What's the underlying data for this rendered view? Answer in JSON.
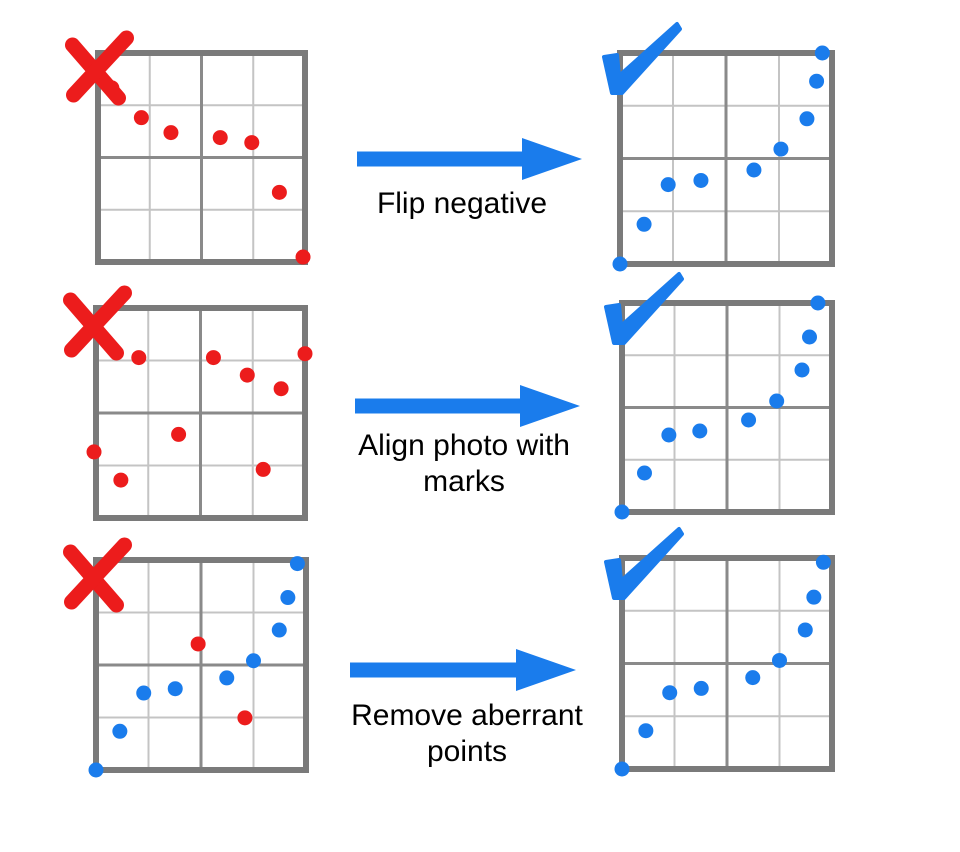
{
  "colors": {
    "bad": "#ec1c1c",
    "good": "#1a7cec",
    "arrow": "#1a7cec",
    "frame": "#7a7a7a",
    "grid": "#c4c4c4",
    "mid_grid": "#8a8a8a"
  },
  "steps": [
    {
      "label_lines": [
        "Flip negative"
      ],
      "before": {
        "mark": "cross-icon",
        "points": [
          {
            "x": 0.0667,
            "y": 0.8333,
            "c": "bad"
          },
          {
            "x": 0.2095,
            "y": 0.6905,
            "c": "bad"
          },
          {
            "x": 0.3524,
            "y": 0.619,
            "c": "bad"
          },
          {
            "x": 0.5905,
            "y": 0.5952,
            "c": "bad"
          },
          {
            "x": 0.7429,
            "y": 0.5714,
            "c": "bad"
          },
          {
            "x": 0.8762,
            "y": 0.3333,
            "c": "bad"
          },
          {
            "x": 0.9905,
            "y": 0.0238,
            "c": "bad"
          }
        ]
      },
      "after": {
        "mark": "check-icon",
        "points": [
          {
            "x": 0.0,
            "y": 0.0,
            "c": "good"
          },
          {
            "x": 0.1136,
            "y": 0.1881,
            "c": "good"
          },
          {
            "x": 0.2273,
            "y": 0.3762,
            "c": "good"
          },
          {
            "x": 0.3818,
            "y": 0.396,
            "c": "good"
          },
          {
            "x": 0.6318,
            "y": 0.4455,
            "c": "good"
          },
          {
            "x": 0.7591,
            "y": 0.5446,
            "c": "good"
          },
          {
            "x": 0.8818,
            "y": 0.6881,
            "c": "good"
          },
          {
            "x": 0.9273,
            "y": 0.8663,
            "c": "good"
          },
          {
            "x": 0.9545,
            "y": 1.0,
            "c": "good"
          }
        ]
      }
    },
    {
      "label_lines": [
        "Align photo with",
        "marks"
      ],
      "before": {
        "mark": "cross-icon",
        "points": [
          {
            "x": 0.2048,
            "y": 0.7639,
            "c": "bad"
          },
          {
            "x": 0.5619,
            "y": 0.7639,
            "c": "bad"
          },
          {
            "x": 0.7238,
            "y": 0.6806,
            "c": "bad"
          },
          {
            "x": 0.8857,
            "y": 0.6157,
            "c": "bad"
          },
          {
            "x": 1.0,
            "y": 0.7824,
            "c": "bad"
          },
          {
            "x": 0.3952,
            "y": 0.3981,
            "c": "bad"
          },
          {
            "x": -0.0095,
            "y": 0.3148,
            "c": "bad"
          },
          {
            "x": 0.119,
            "y": 0.1806,
            "c": "bad"
          },
          {
            "x": 0.8,
            "y": 0.2315,
            "c": "bad"
          }
        ]
      },
      "after": {
        "mark": "check-icon",
        "points": [
          {
            "x": 0.0,
            "y": 0.0,
            "c": "good"
          },
          {
            "x": 0.1071,
            "y": 0.1866,
            "c": "good"
          },
          {
            "x": 0.2232,
            "y": 0.3684,
            "c": "good"
          },
          {
            "x": 0.3705,
            "y": 0.3876,
            "c": "good"
          },
          {
            "x": 0.6027,
            "y": 0.4402,
            "c": "good"
          },
          {
            "x": 0.7366,
            "y": 0.5311,
            "c": "good"
          },
          {
            "x": 0.8571,
            "y": 0.6794,
            "c": "good"
          },
          {
            "x": 0.8929,
            "y": 0.8373,
            "c": "good"
          },
          {
            "x": 0.933,
            "y": 1.0,
            "c": "good"
          }
        ]
      }
    },
    {
      "label_lines": [
        "Remove aberrant",
        "points"
      ],
      "before": {
        "mark": "cross-icon",
        "points": [
          {
            "x": 0.0,
            "y": 0.0,
            "c": "good"
          },
          {
            "x": 0.1136,
            "y": 0.1844,
            "c": "good"
          },
          {
            "x": 0.2273,
            "y": 0.3664,
            "c": "good"
          },
          {
            "x": 0.3773,
            "y": 0.387,
            "c": "good"
          },
          {
            "x": 0.6227,
            "y": 0.4385,
            "c": "good"
          },
          {
            "x": 0.75,
            "y": 0.5202,
            "c": "good"
          },
          {
            "x": 0.8727,
            "y": 0.6664,
            "c": "good"
          },
          {
            "x": 0.9136,
            "y": 0.8213,
            "c": "good"
          },
          {
            "x": 0.9591,
            "y": 0.9828,
            "c": "good"
          },
          {
            "x": 0.4864,
            "y": 0.6001,
            "c": "bad"
          },
          {
            "x": 0.7091,
            "y": 0.2484,
            "c": "bad"
          }
        ]
      },
      "after": {
        "mark": "check-icon",
        "points": [
          {
            "x": 0.0,
            "y": 0.0,
            "c": "good"
          },
          {
            "x": 0.1136,
            "y": 0.1815,
            "c": "good"
          },
          {
            "x": 0.2273,
            "y": 0.3615,
            "c": "good"
          },
          {
            "x": 0.3773,
            "y": 0.3819,
            "c": "good"
          },
          {
            "x": 0.6227,
            "y": 0.4331,
            "c": "good"
          },
          {
            "x": 0.75,
            "y": 0.5144,
            "c": "good"
          },
          {
            "x": 0.8727,
            "y": 0.659,
            "c": "good"
          },
          {
            "x": 0.9136,
            "y": 0.8145,
            "c": "good"
          },
          {
            "x": 0.9591,
            "y": 0.9796,
            "c": "good"
          }
        ]
      }
    }
  ]
}
